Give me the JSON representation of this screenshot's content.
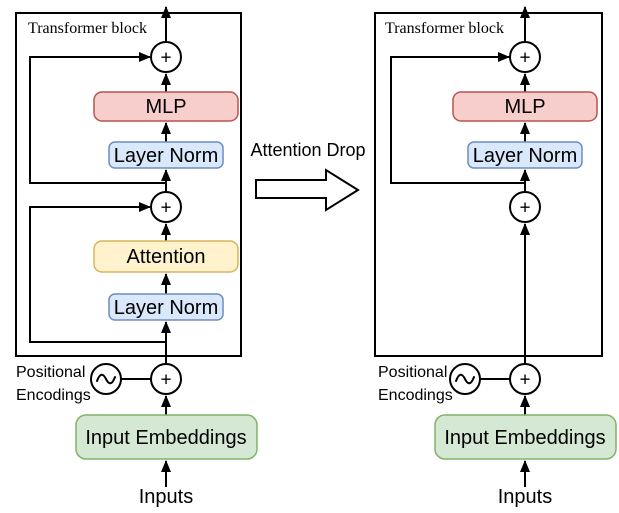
{
  "figure": {
    "transform_label": "Attention Drop",
    "plus": "+",
    "left": {
      "frame_title": "Transformer block",
      "mlp": "MLP",
      "layer_norm_upper": "Layer Norm",
      "attention": "Attention",
      "layer_norm_lower": "Layer Norm",
      "positional_line1": "Positional",
      "positional_line2": "Encodings",
      "input_embeddings": "Input Embeddings",
      "inputs": "Inputs"
    },
    "right": {
      "frame_title": "Transformer block",
      "mlp": "MLP",
      "layer_norm": "Layer Norm",
      "positional_line1": "Positional",
      "positional_line2": "Encodings",
      "input_embeddings": "Input Embeddings",
      "inputs": "Inputs"
    },
    "colors": {
      "mlp_fill": "#f8cecc",
      "mlp_stroke": "#b85450",
      "layer_norm_fill": "#dae8fc",
      "layer_norm_stroke": "#6c8ebf",
      "attention_fill": "#fff2cc",
      "attention_stroke": "#d6b656",
      "embeddings_fill": "#d5e8d4",
      "embeddings_stroke": "#82b366",
      "line": "#000000",
      "background": "#ffffff"
    }
  }
}
